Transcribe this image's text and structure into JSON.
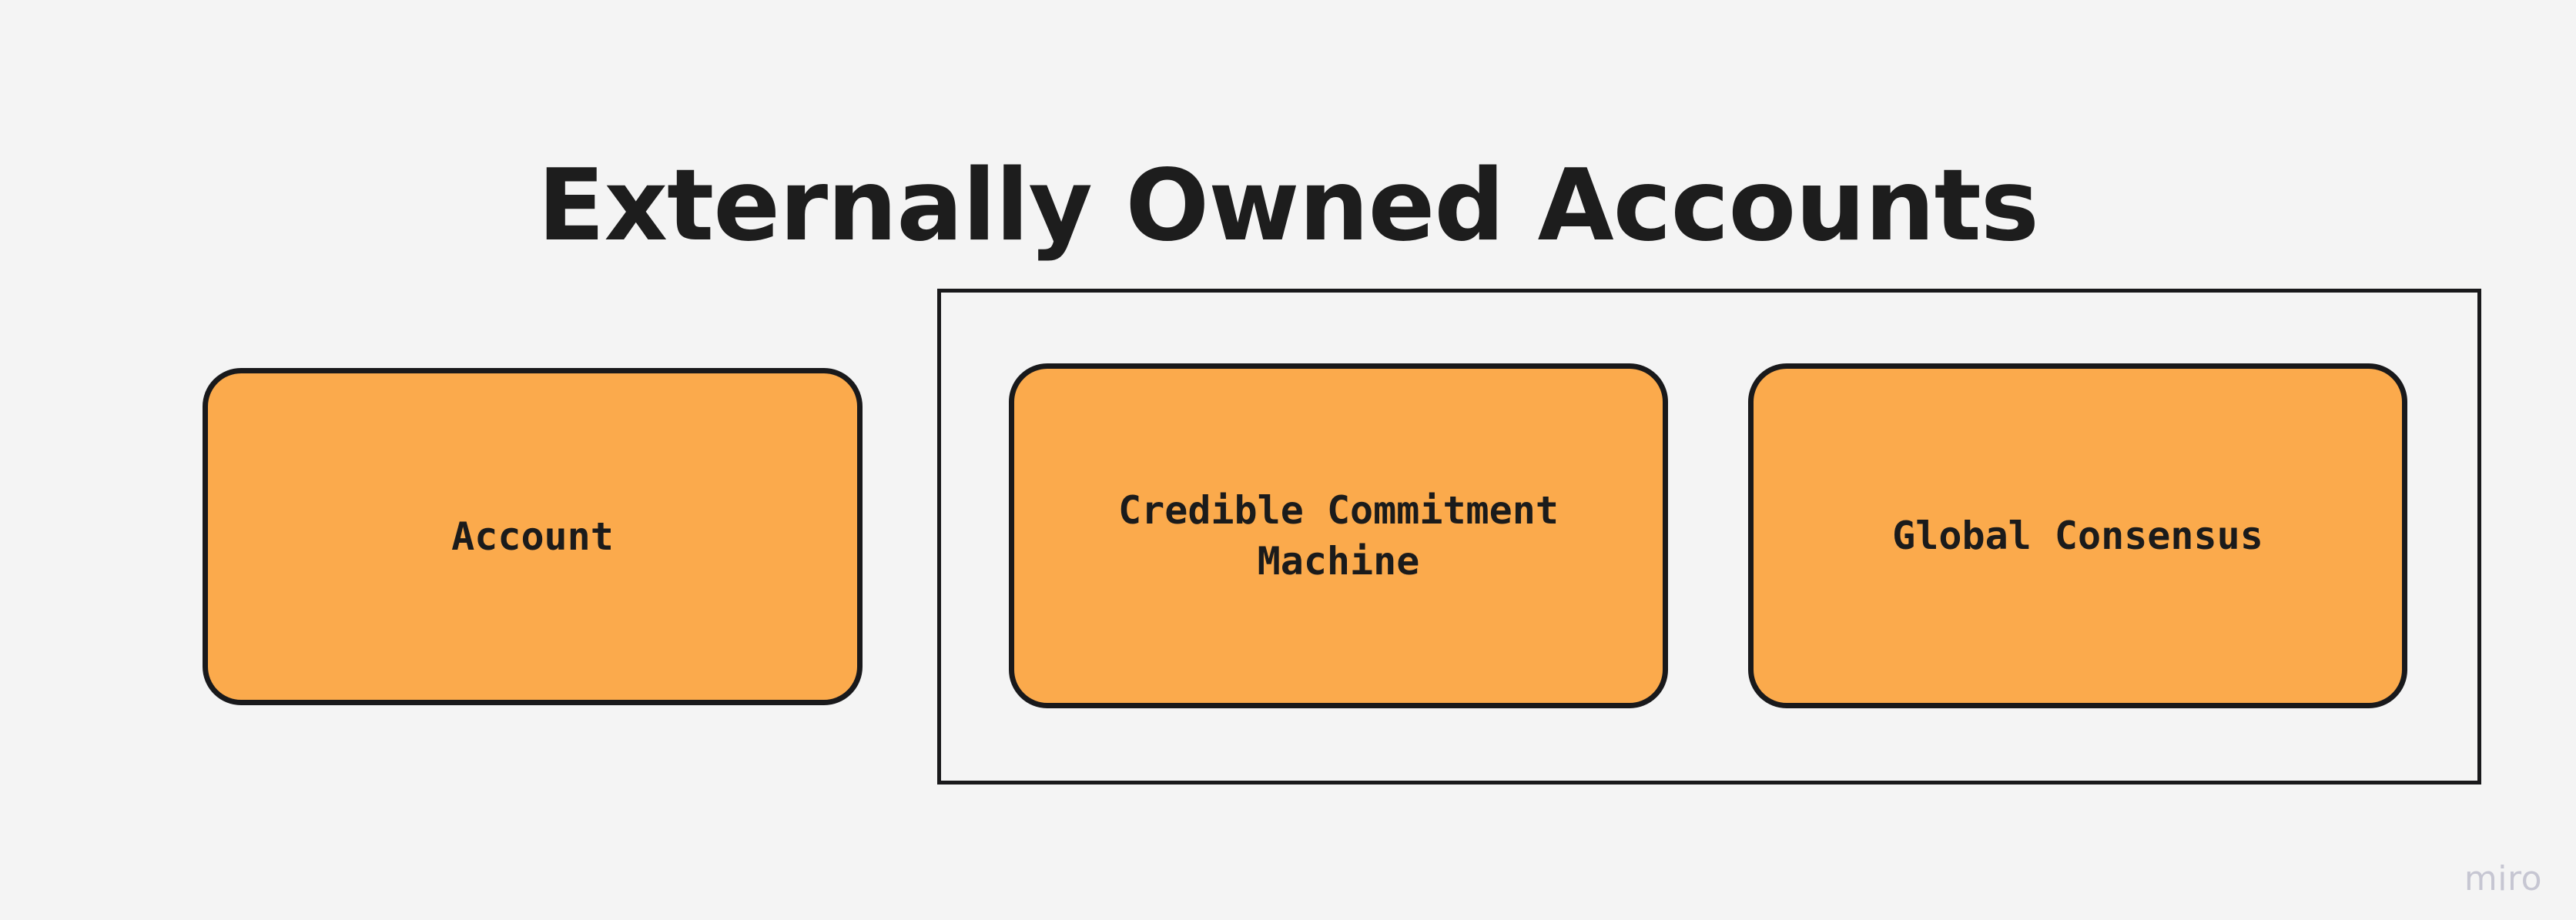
{
  "board": {
    "title": "Externally Owned Accounts",
    "background_color": "#f4f4f4",
    "watermark": "miro"
  },
  "palette": {
    "node_fill": "#fbaa4c",
    "node_border": "#19191b",
    "frame_border": "#19191b",
    "text_color": "#1b1b1b",
    "title_color": "#1d1d1d",
    "watermark_color": "#c6c6d2"
  },
  "nodes": {
    "account": {
      "label": "Account"
    },
    "credible_commitment_machine": {
      "label": "Credible Commitment\nMachine"
    },
    "global_consensus": {
      "label": "Global Consensus"
    }
  },
  "group_frame": {
    "label": ""
  }
}
